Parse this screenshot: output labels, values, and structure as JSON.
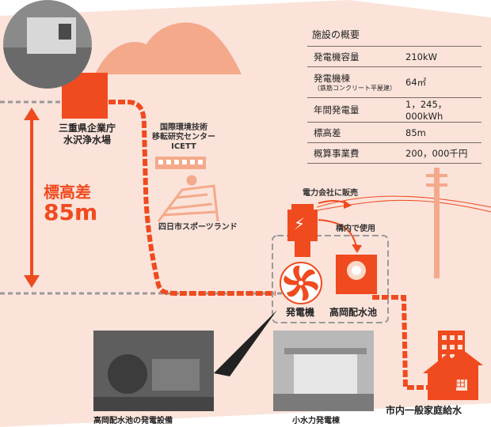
{
  "colors": {
    "background_band": "#fbe3da",
    "accent_orange": "#f04a1f",
    "light_orange": "#f5a98b",
    "gray_line": "#999999",
    "text": "#222222"
  },
  "facility": {
    "name_line1": "三重県企業庁",
    "name_line2": "水沢浄水場"
  },
  "icett": {
    "line1": "国際環境技術",
    "line2": "移転研究センター",
    "line3": "ICETT"
  },
  "sports_land": "四日市スポーツランド",
  "elevation": {
    "label": "標高差",
    "value": "85m"
  },
  "flows": {
    "sell": "電力会社に販売",
    "onsite": "構内で使用"
  },
  "plant": {
    "generator": "発電機",
    "reservoir": "高岡配水池"
  },
  "supply": "市内一般家庭給水",
  "captions": {
    "equipment": "高岡配水池の発電設備",
    "building": "小水力発電棟"
  },
  "overview": {
    "title": "施設の概要",
    "rows": [
      {
        "key": "発電機容量",
        "sub": "",
        "value": "210kW"
      },
      {
        "key": "発電機棟",
        "sub": "（鉄筋コンクリート平屋建）",
        "value": "64㎡"
      },
      {
        "key": "年間発電量",
        "sub": "",
        "value": "1，245，000kWh"
      },
      {
        "key": "標高差",
        "sub": "",
        "value": "85m"
      },
      {
        "key": "概算事業費",
        "sub": "",
        "value": "200，000千円"
      }
    ]
  },
  "icons": {
    "building_icon_glyph": "田",
    "lightning_icon_glyph": "⚡"
  }
}
